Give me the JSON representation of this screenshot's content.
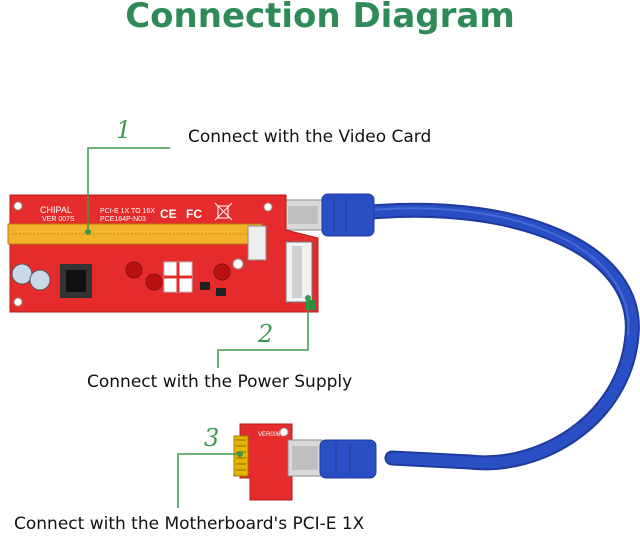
{
  "title": "Connection Diagram",
  "steps": [
    {
      "number": "1",
      "label": "Connect with the Video Card"
    },
    {
      "number": "2",
      "label": "Connect with the Power Supply"
    },
    {
      "number": "3",
      "label": "Connect with the Motherboard's PCI-E 1X"
    }
  ],
  "board": {
    "brand": "CHIPAL",
    "version": "VER 007S",
    "model": "PCI-E 1X TO 16X",
    "part": "PCE164P-N03",
    "small_version": "VER006C"
  },
  "colors": {
    "title_green": "#2e8b57",
    "board_red": "#e52b2b",
    "cable_blue": "#2a4fc4",
    "slot_yellow": "#f2b32a"
  },
  "icons": [
    "ce-mark-icon",
    "fcc-mark-icon",
    "weee-bin-icon",
    "usb-connector-icon"
  ]
}
